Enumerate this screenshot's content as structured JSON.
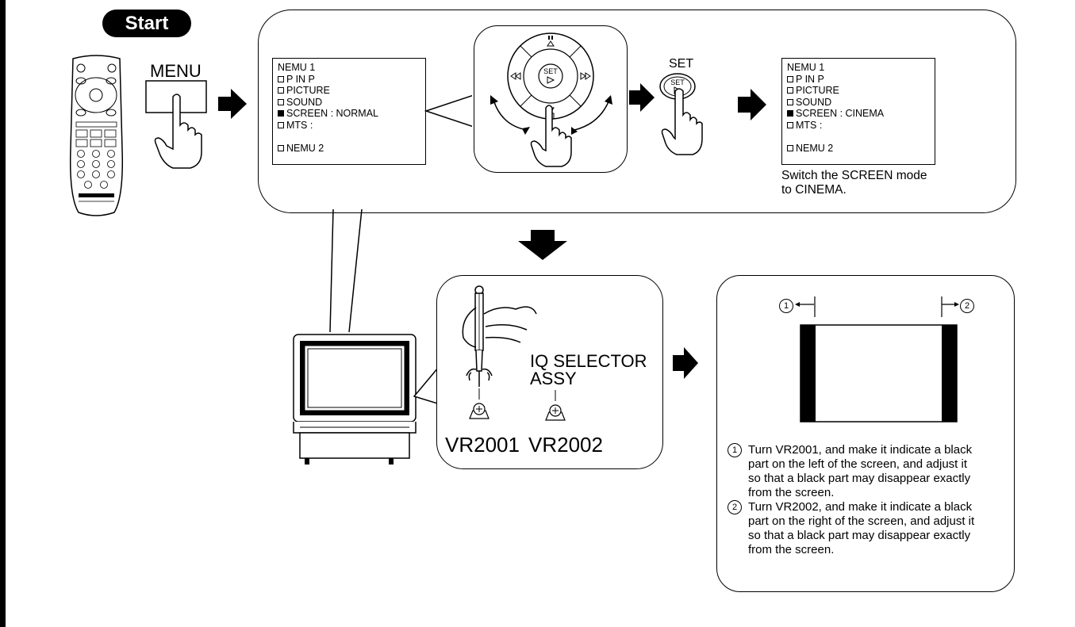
{
  "start_label": "Start",
  "menu_label": "MENU",
  "set_label": "SET",
  "set_button_text": "SET",
  "osd_before": {
    "title": "NEMU 1",
    "items": [
      "P IN P",
      "PICTURE",
      "SOUND",
      "SCREEN : NORMAL",
      "MTS :"
    ],
    "footer": "NEMU 2"
  },
  "osd_after": {
    "title": "NEMU 1",
    "items": [
      "P IN P",
      "PICTURE",
      "SOUND",
      "SCREEN : CINEMA",
      "MTS :"
    ],
    "footer": "NEMU 2"
  },
  "switch_note_line1": "Switch the SCREEN mode",
  "switch_note_line2": "to CINEMA.",
  "iq_selector_line1": "IQ SELECTOR",
  "iq_selector_line2": "ASSY",
  "vr2001": "VR2001",
  "vr2002": "VR2002",
  "marker_1": "1",
  "marker_2": "2",
  "instructions": [
    {
      "num": "1",
      "lines": [
        "Turn VR2001, and make it indicate a black",
        "part on the left of the screen, and adjust it",
        "so that a black part may disappear exactly",
        "from the screen."
      ]
    },
    {
      "num": "2",
      "lines": [
        "Turn VR2002, and make it indicate a black",
        "part on the right of the screen, and adjust it",
        "so that a black part may disappear exactly",
        "from the screen."
      ]
    }
  ]
}
